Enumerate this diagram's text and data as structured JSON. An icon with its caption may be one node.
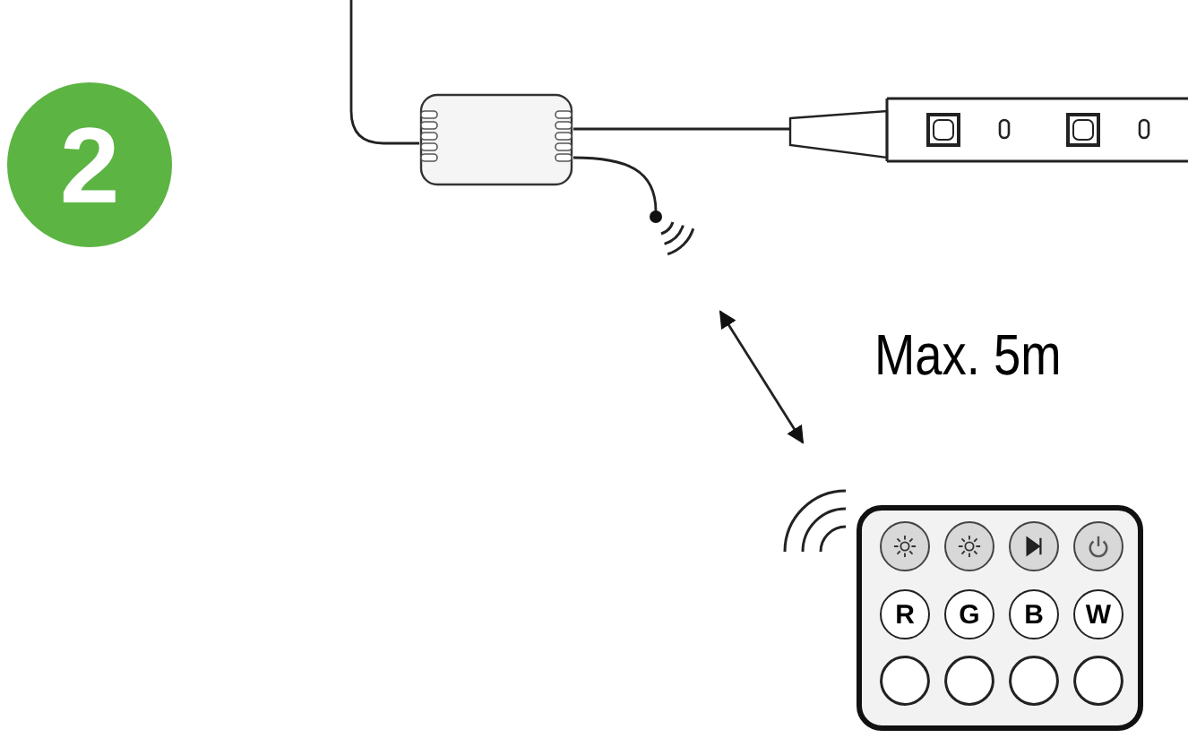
{
  "diagram": {
    "nodes": [
      {
        "text": [
          "2"
        ]
      },
      {
        "text": [],
        "shape": "box"
      },
      {
        "text": [],
        "shape": "bar"
      },
      {
        "text": [],
        "shape": "picture"
      },
      {
        "text": [],
        "shape": "picture"
      },
      {
        "text": [
          "R"
        ],
        "in": 4
      },
      {
        "text": [
          "G"
        ],
        "in": 4
      },
      {
        "text": [
          "B"
        ],
        "in": 4
      },
      {
        "text": [
          "W"
        ],
        "in": 4
      }
    ],
    "edges": [
      {
        "from": null,
        "to": 1,
        "arrow": "none"
      },
      {
        "from": 1,
        "to": 2,
        "arrow": "none"
      },
      {
        "from": 1,
        "to": 3,
        "arrow": "none"
      },
      {
        "from": 3,
        "to": 4,
        "arrow": "both"
      }
    ],
    "labels": [
      "Max. 5m"
    ]
  }
}
